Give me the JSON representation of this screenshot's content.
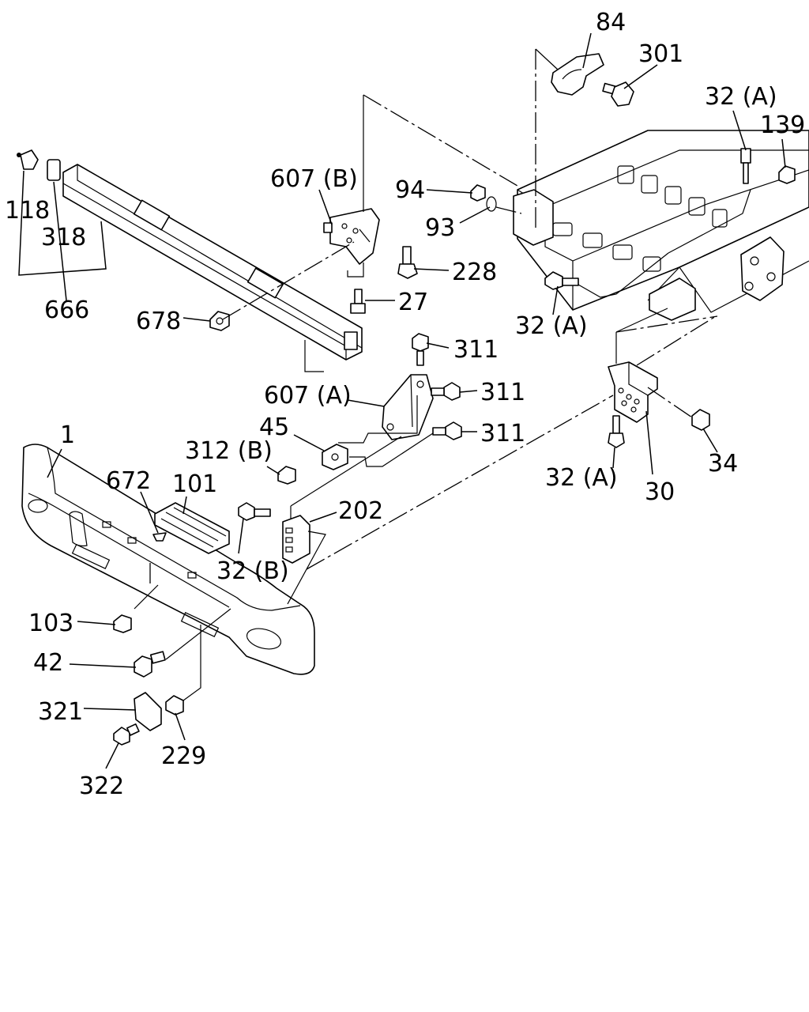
{
  "callouts": {
    "c1": "1",
    "c27": "27",
    "c30": "30",
    "c32a_top": "32 (A)",
    "c32a_mid": "32 (A)",
    "c32a_low": "32 (A)",
    "c32b": "32 (B)",
    "c34": "34",
    "c42": "42",
    "c45": "45",
    "c84": "84",
    "c93": "93",
    "c94": "94",
    "c101": "101",
    "c103": "103",
    "c118": "118",
    "c139": "139",
    "c202": "202",
    "c228": "228",
    "c229": "229",
    "c301": "301",
    "c311_a": "311",
    "c311_b": "311",
    "c311_c": "311",
    "c312b": "312 (B)",
    "c318": "318",
    "c321": "321",
    "c322": "322",
    "c607a": "607 (A)",
    "c607b": "607 (B)",
    "c666": "666",
    "c672": "672",
    "c678": "678"
  }
}
